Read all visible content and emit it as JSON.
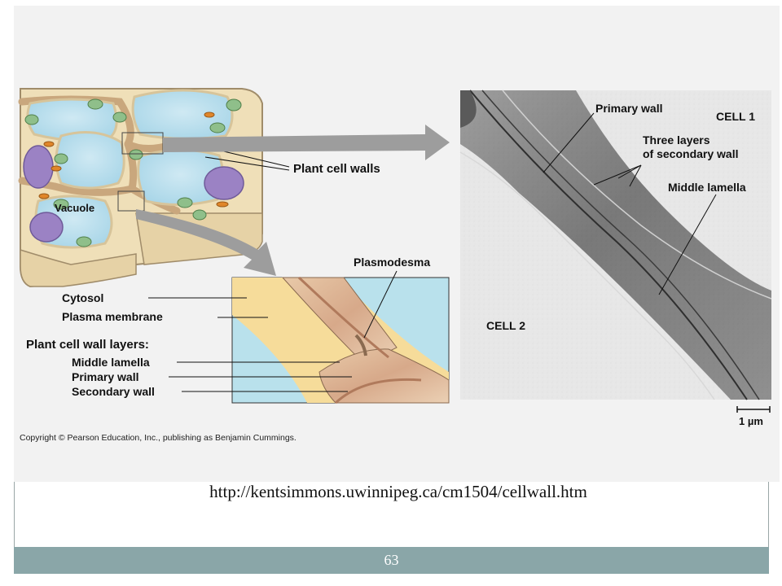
{
  "slide": {
    "source_url": "http://kentsimmons.uwinnipeg.ca/cm1504/cellwall.htm",
    "page_number": "63"
  },
  "figure": {
    "cell_diagram": {
      "plant_cell_walls": "Plant cell walls",
      "vacuole": "Vacuole"
    },
    "detail_diagram": {
      "plasmodesma": "Plasmodesma",
      "cytosol": "Cytosol",
      "plasma_membrane": "Plasma membrane",
      "wall_layers_heading": "Plant cell wall layers:",
      "middle_lamella": "Middle lamella",
      "primary_wall": "Primary wall",
      "secondary_wall": "Secondary wall"
    },
    "micrograph": {
      "primary_wall": "Primary wall",
      "cell_1": "CELL 1",
      "three_layers_line1": "Three layers",
      "three_layers_line2": "of secondary wall",
      "middle_lamella": "Middle lamella",
      "cell_2": "CELL 2",
      "scale_bar": "1 µm"
    },
    "copyright": "Copyright © Pearson Education, Inc., publishing as Benjamin Cummings."
  }
}
